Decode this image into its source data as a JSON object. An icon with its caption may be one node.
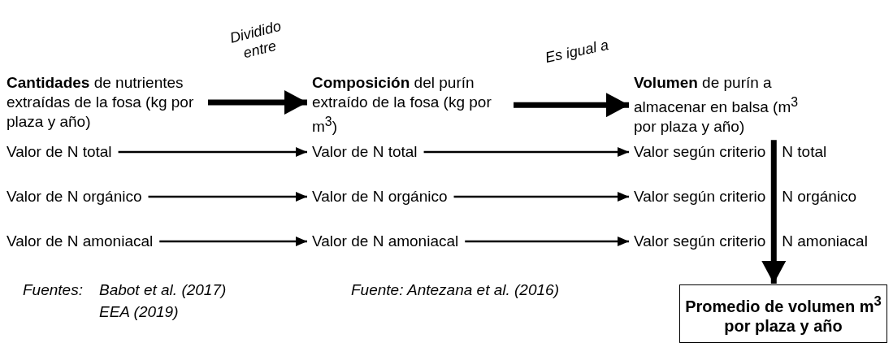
{
  "diagram": {
    "nodes": [
      {
        "text": [
          "**Cantidades** de nutrientes extraídas de la fosa (kg por plaza y año)"
        ]
      },
      {
        "text": [
          "**Composición** del purín extraído de la fosa (kg por m$^{3}$)"
        ]
      },
      {
        "text": [
          "**Volumen** de purín a almacenar en balsa (m$^{3}$ por plaza y año)"
        ]
      },
      {
        "text": [
          "Valor de N total"
        ]
      },
      {
        "text": [
          "Valor de N total"
        ]
      },
      {
        "text": [
          "Valor según criterio N total"
        ]
      },
      {
        "text": [
          "Valor de N orgánico"
        ]
      },
      {
        "text": [
          "Valor de N orgánico"
        ]
      },
      {
        "text": [
          "Valor según criterio N orgánico"
        ]
      },
      {
        "text": [
          "Valor de N amoniacal"
        ]
      },
      {
        "text": [
          "Valor de N amoniacal"
        ]
      },
      {
        "text": [
          "Valor según criterio N amoniacal"
        ]
      },
      {
        "text": [
          "Promedio de volumen m$^{3}$ por plaza y año"
        ]
      }
    ],
    "edges": [
      {
        "from": 0,
        "to": 1,
        "arrow": "to",
        "label": "Dividido entre",
        "style": "thick"
      },
      {
        "from": 1,
        "to": 2,
        "arrow": "to",
        "label": "Es igual a",
        "style": "thick"
      },
      {
        "from": 3,
        "to": 4,
        "arrow": "to"
      },
      {
        "from": 4,
        "to": 5,
        "arrow": "to"
      },
      {
        "from": 6,
        "to": 7,
        "arrow": "to"
      },
      {
        "from": 7,
        "to": 8,
        "arrow": "to"
      },
      {
        "from": 9,
        "to": 10,
        "arrow": "to"
      },
      {
        "from": 10,
        "to": 11,
        "arrow": "to"
      },
      {
        "from": 2,
        "to": 12,
        "arrow": "to",
        "style": "thick"
      }
    ],
    "labels": [
      "Fuentes:",
      "Babot et al. (2017)",
      "EEA (2019)",
      "Fuente: Antezana et al. (2016)"
    ]
  }
}
